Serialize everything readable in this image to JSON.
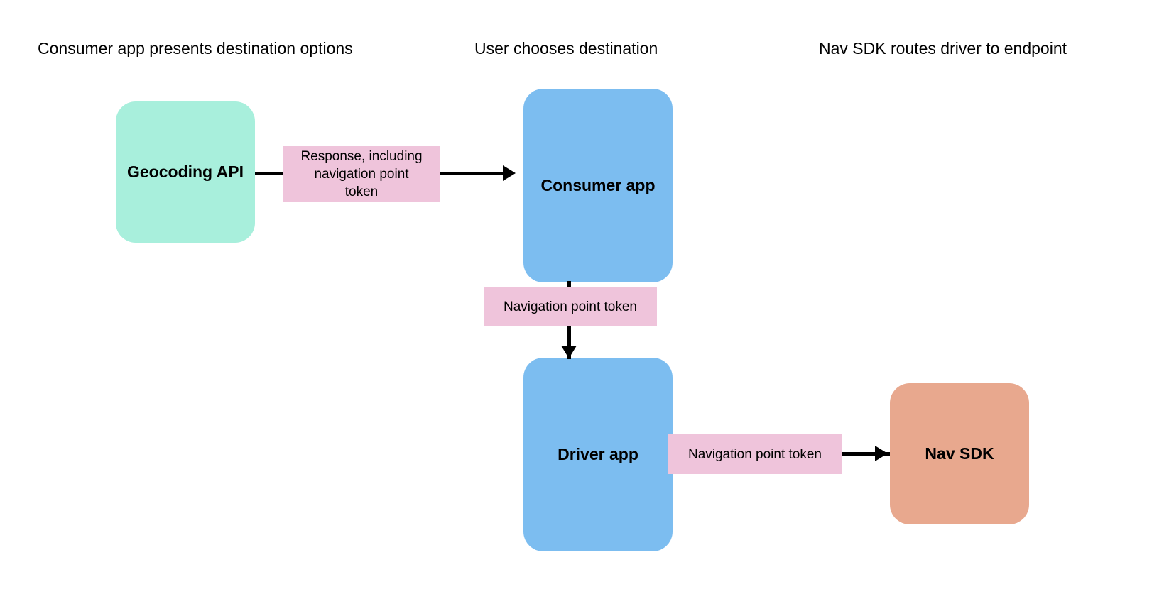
{
  "diagram": {
    "title_row": [
      {
        "id": "col-1",
        "text": "Consumer app presents destination options"
      },
      {
        "id": "col-2",
        "text": "User chooses destination"
      },
      {
        "id": "col-3",
        "text": "Nav SDK routes driver to endpoint"
      }
    ],
    "nodes": [
      {
        "id": "geocoding-api",
        "label": "Geocoding API",
        "color": "#A8EFDC"
      },
      {
        "id": "consumer-app",
        "label": "Consumer app",
        "color": "#7CBDF0"
      },
      {
        "id": "driver-app",
        "label": "Driver app",
        "color": "#7CBDF0"
      },
      {
        "id": "nav-sdk",
        "label": "Nav SDK",
        "color": "#E8A88E"
      }
    ],
    "edge_labels": [
      {
        "id": "response-label",
        "line1": "Response, including",
        "line2": "navigation point",
        "line3": "token",
        "color": "#EFC4DB"
      },
      {
        "id": "nav-token-vertical",
        "text": "Navigation point token",
        "color": "#EFC4DB"
      },
      {
        "id": "nav-token-horizontal",
        "text": "Navigation point token",
        "color": "#EFC4DB"
      }
    ],
    "colors": {
      "background": "#FFFFFF",
      "connector": "#000000",
      "mint": "#A8EFDC",
      "blue": "#7CBDF0",
      "pink": "#EFC4DB",
      "salmon": "#E8A88E",
      "text": "#000000"
    }
  }
}
